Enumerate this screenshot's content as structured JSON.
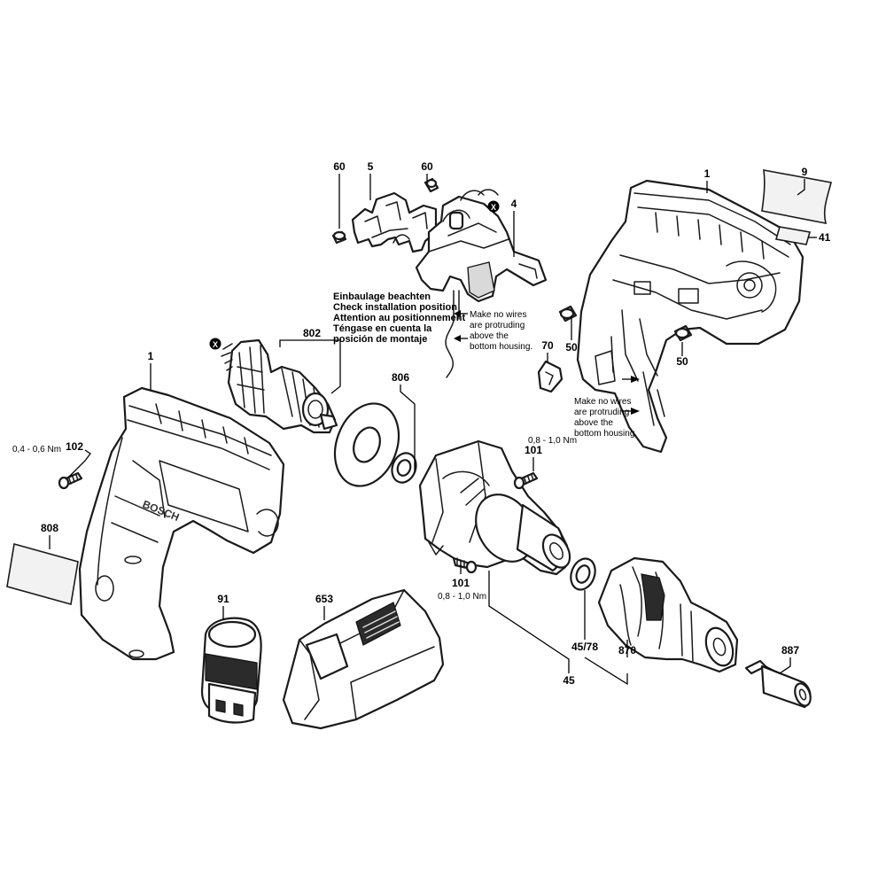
{
  "labels": {
    "p60a": "60",
    "p5": "5",
    "p60b": "60",
    "p4": "4",
    "p1_top": "1",
    "p9": "9",
    "p41": "41",
    "p50a": "50",
    "p50b": "50",
    "p70": "70",
    "p802": "802",
    "p806": "806",
    "p1_left": "1",
    "p102": "102",
    "p808": "808",
    "p101a": "101",
    "p101b": "101",
    "p91": "91",
    "p653": "653",
    "p4578": "45/78",
    "p870": "870",
    "p45": "45",
    "p887": "887"
  },
  "torque": {
    "t102": "0,4 - 0,6 Nm",
    "t101a": "0,8 - 1,0 Nm",
    "t101b": "0,8 - 1,0 Nm"
  },
  "install_note": {
    "line1": "Einbaulage beachten",
    "line2": "Check installation position",
    "line3": "Attention au positionnement",
    "line4": "Téngase en cuenta la",
    "line5": "posición de montaje"
  },
  "wire_note_1": {
    "line1": "Make no wires",
    "line2": "are protruding",
    "line3": "above the",
    "line4": "bottom housing."
  },
  "wire_note_2": {
    "line1": "Make no wires",
    "line2": "are protruding",
    "line3": "above the",
    "line4": "bottom housing."
  },
  "markers": {
    "x1": "X",
    "x2": "X"
  },
  "brand": {
    "housing_logo": "BOSCH"
  }
}
